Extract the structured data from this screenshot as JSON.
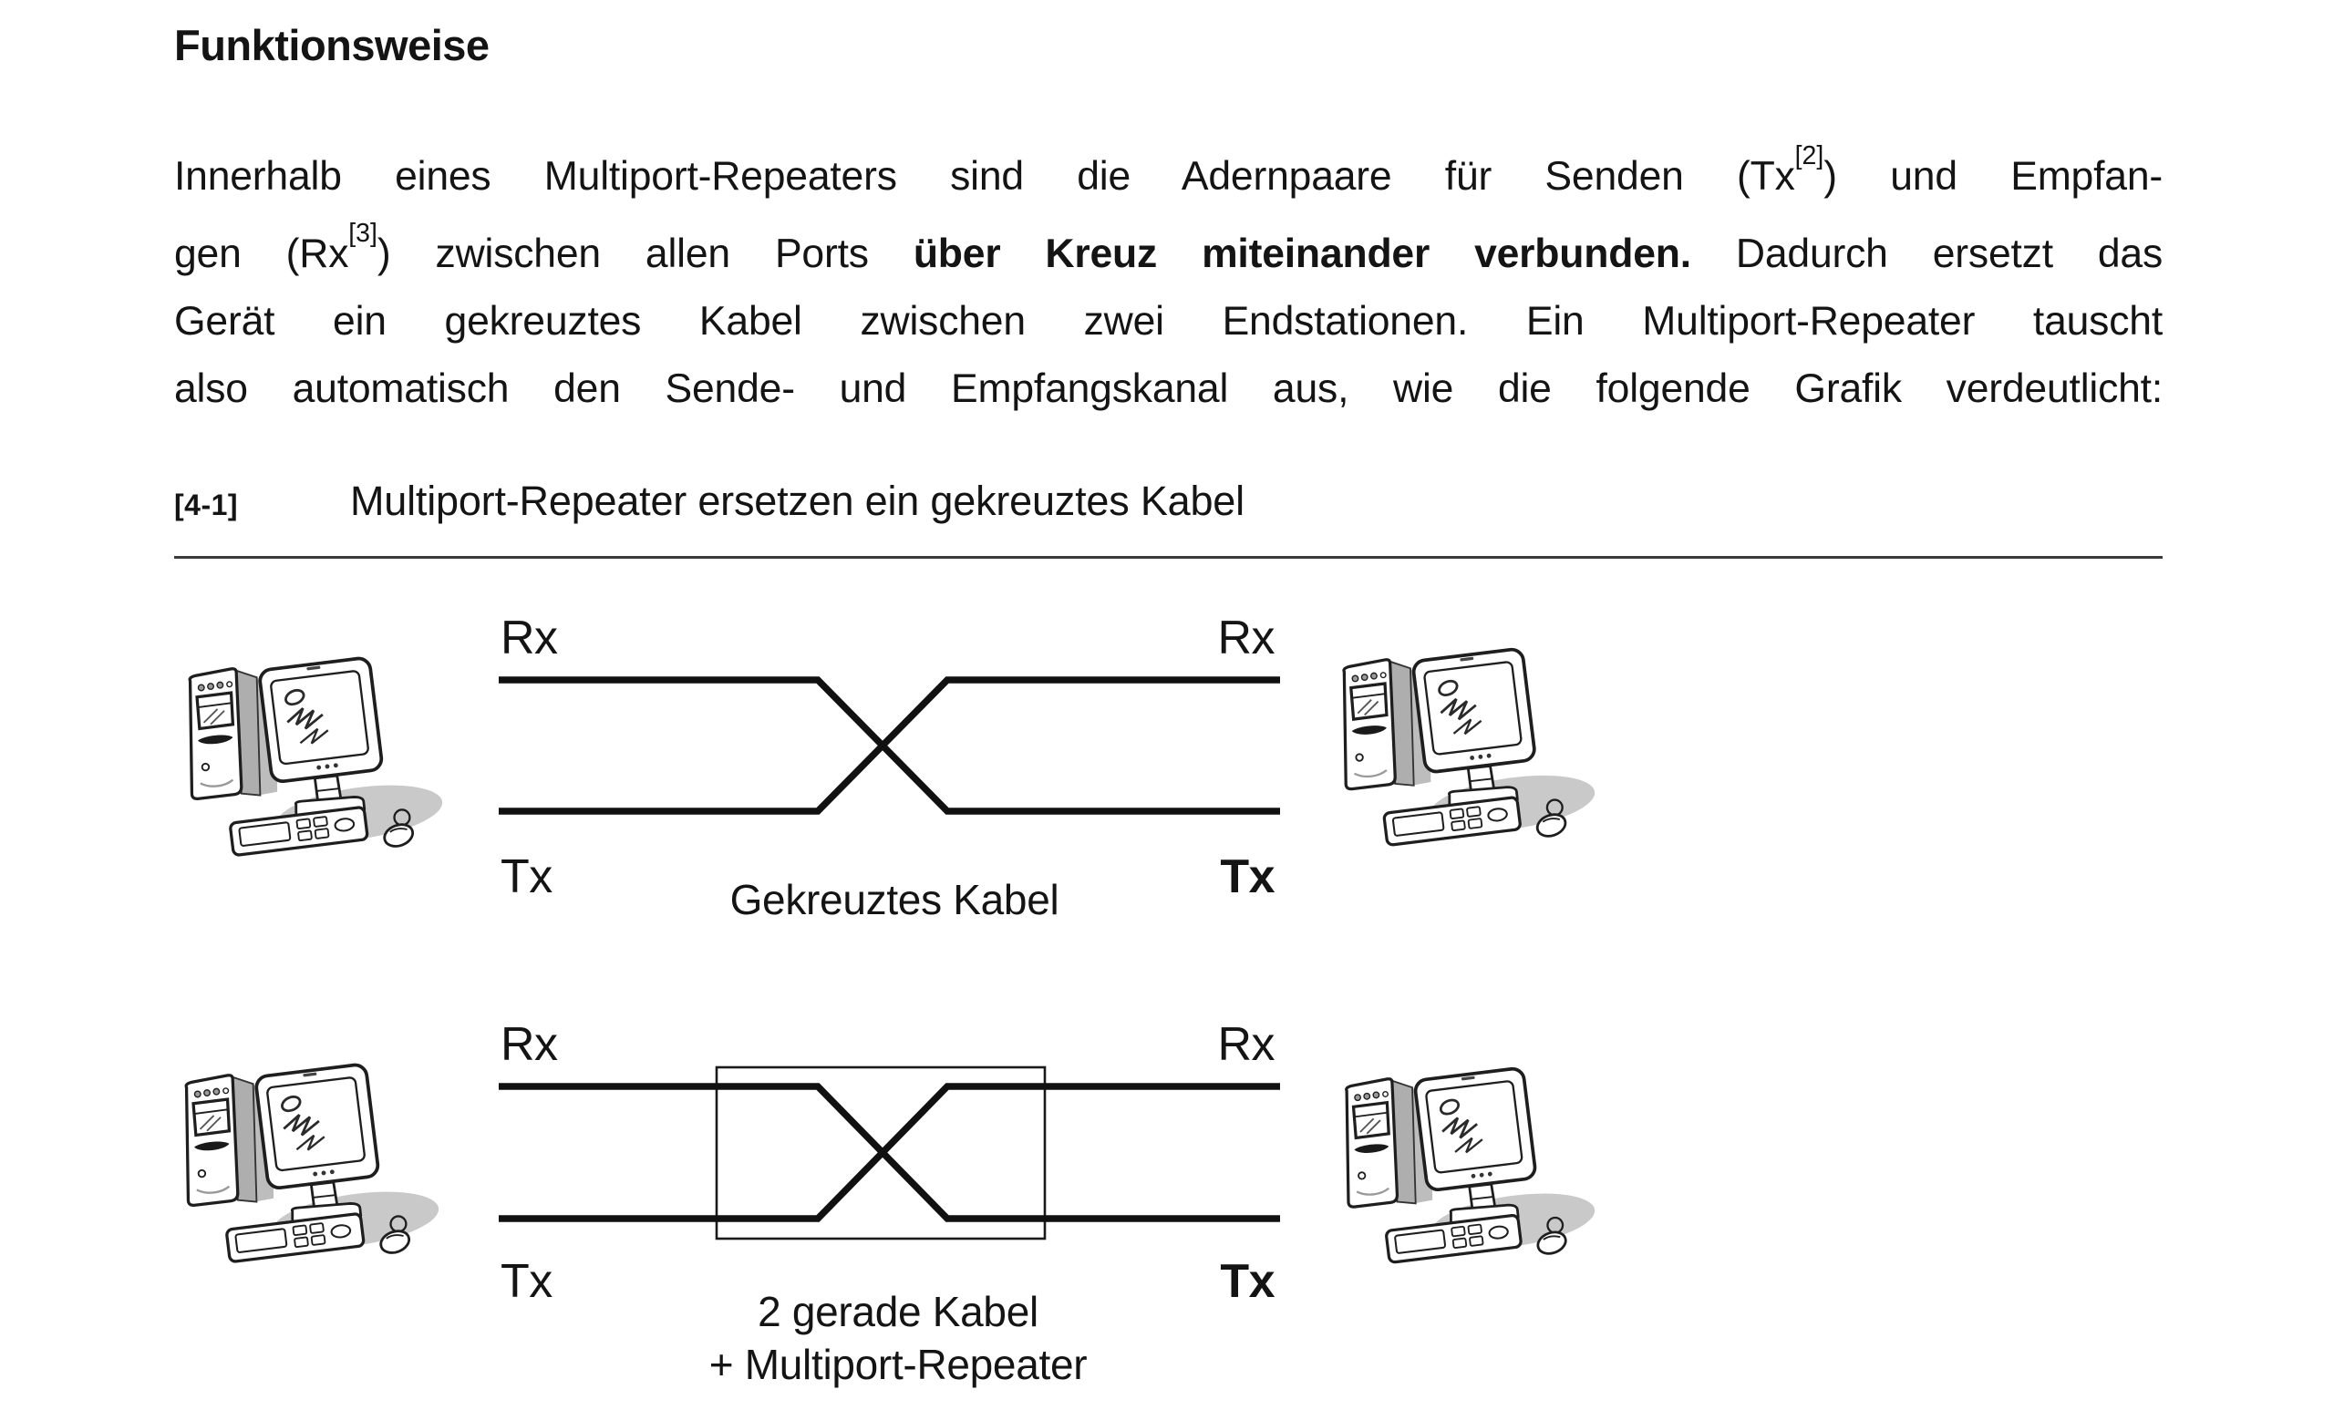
{
  "heading": "Funktionsweise",
  "paragraph": {
    "lines": [
      [
        {
          "t": "Innerhalb eines Multiport-Repeaters sind die Adernpaare für Senden (Tx"
        },
        {
          "t": "[2]",
          "sup": true
        },
        {
          "t": ") und Empfan-"
        }
      ],
      [
        {
          "t": "gen (Rx"
        },
        {
          "t": "[3]",
          "sup": true
        },
        {
          "t": ") zwischen allen Ports "
        },
        {
          "t": "über Kreuz miteinander verbunden.",
          "b": true
        },
        {
          "t": " Dadurch ersetzt das"
        }
      ],
      [
        {
          "t": "Gerät ein gekreuztes Kabel zwischen zwei Endstationen. Ein Multiport-Repeater tauscht"
        }
      ],
      [
        {
          "t": "also automatisch den Sende- und Empfangskanal aus, wie die folgende Grafik verdeutlicht:"
        }
      ]
    ]
  },
  "figure": {
    "number": "[4-1]",
    "title": "Multiport-Repeater ersetzen ein gekreuztes Kabel"
  },
  "diagrams": {
    "crossed": {
      "rx_left": "Rx",
      "rx_right": "Rx",
      "tx_left": "Tx",
      "tx_right": "Tx",
      "caption": "Gekreuztes Kabel"
    },
    "repeater": {
      "rx_left": "Rx",
      "rx_right": "Rx",
      "tx_left": "Tx",
      "tx_right": "Tx",
      "caption_line1": "2 gerade Kabel",
      "caption_line2": "+ Multiport-Repeater"
    }
  },
  "colors": {
    "ink": "#141414",
    "cable_line": "#111111",
    "divider_rule": "#3b3b3b",
    "paper": "#ffffff"
  }
}
